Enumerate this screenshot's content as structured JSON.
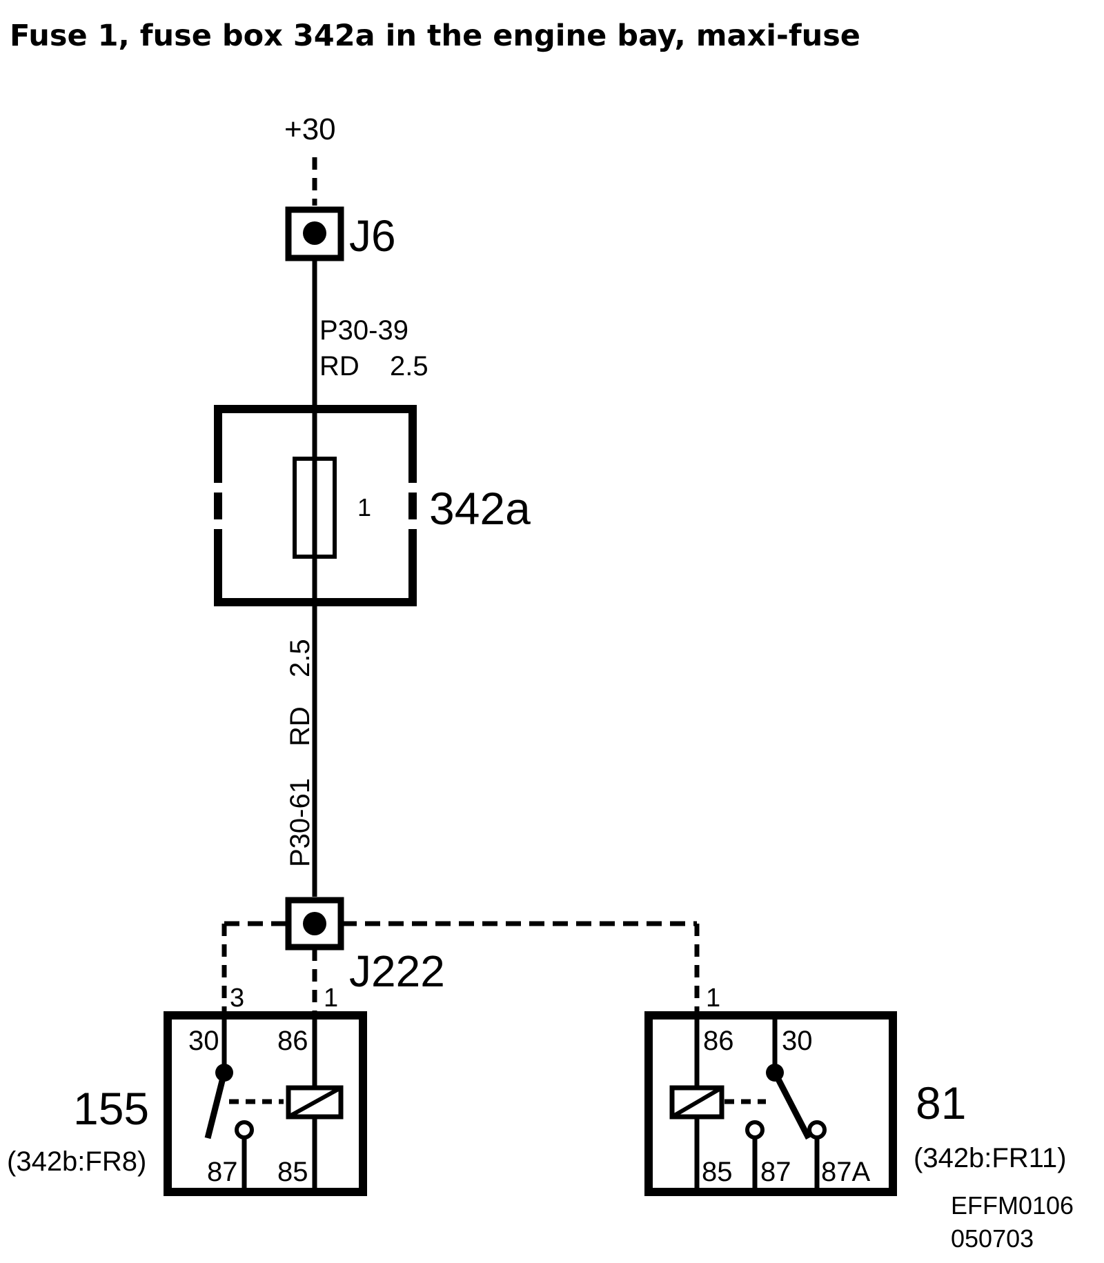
{
  "title": "Fuse 1, fuse box 342a in the engine bay, maxi-fuse",
  "supply": "+30",
  "junctions": {
    "top": "J6",
    "bottom": "J222"
  },
  "wires": {
    "upper": {
      "id": "P30-39",
      "color": "RD",
      "size": "2.5"
    },
    "lower": {
      "id": "P30-61",
      "color": "RD",
      "size": "2.5"
    }
  },
  "fuse_box": {
    "id": "342a",
    "fuse_number": "1"
  },
  "relay_155": {
    "id": "155",
    "location": "(342b:FR8)",
    "pin_in_power": "3",
    "pin_in_coil": "1",
    "pins": {
      "p30": "30",
      "p86": "86",
      "p87": "87",
      "p85": "85"
    }
  },
  "relay_81": {
    "id": "81",
    "location": "(342b:FR11)",
    "pin_in_coil": "1",
    "pins": {
      "p86": "86",
      "p30": "30",
      "p85": "85",
      "p87": "87",
      "p87a": "87A"
    }
  },
  "figure_code": "EFFM0106",
  "figure_date": "050703"
}
